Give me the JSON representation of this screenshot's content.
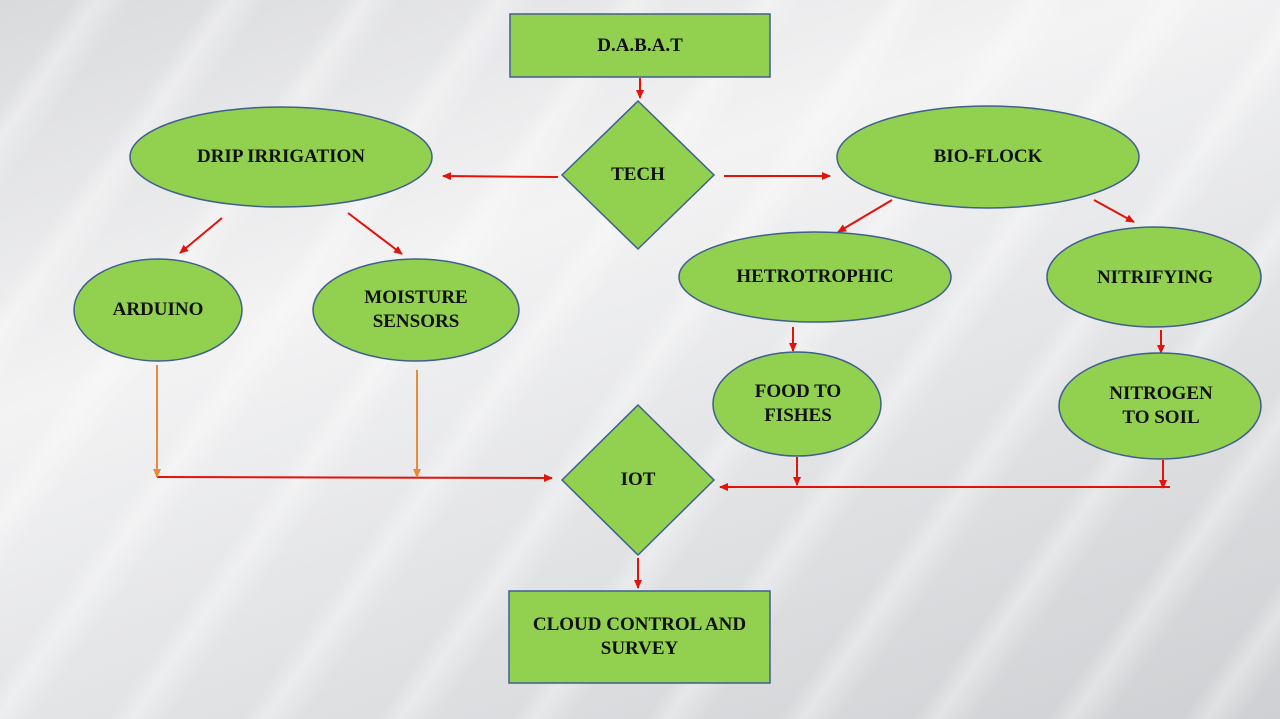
{
  "diagram": {
    "colors": {
      "fill": "#92d050",
      "stroke": "#3f5f8f",
      "arrow_red": "#e3120b",
      "arrow_orange": "#e88a3a"
    },
    "nodes": {
      "dabat": "D.A.B.A.T",
      "tech": "TECH",
      "drip_irrigation": "DRIP IRRIGATION",
      "bio_flock": "BIO-FLOCK",
      "arduino": "ARDUINO",
      "moisture_sensors": "MOISTURE\nSENSORS",
      "hetrotrophic": "HETROTROPHIC",
      "nitrifying": "NITRIFYING",
      "food_to_fishes": "FOOD TO\nFISHES",
      "nitrogen_to_soil": "NITROGEN\nTO SOIL",
      "iot": "IOT",
      "cloud_control": "CLOUD CONTROL AND\nSURVEY"
    }
  }
}
